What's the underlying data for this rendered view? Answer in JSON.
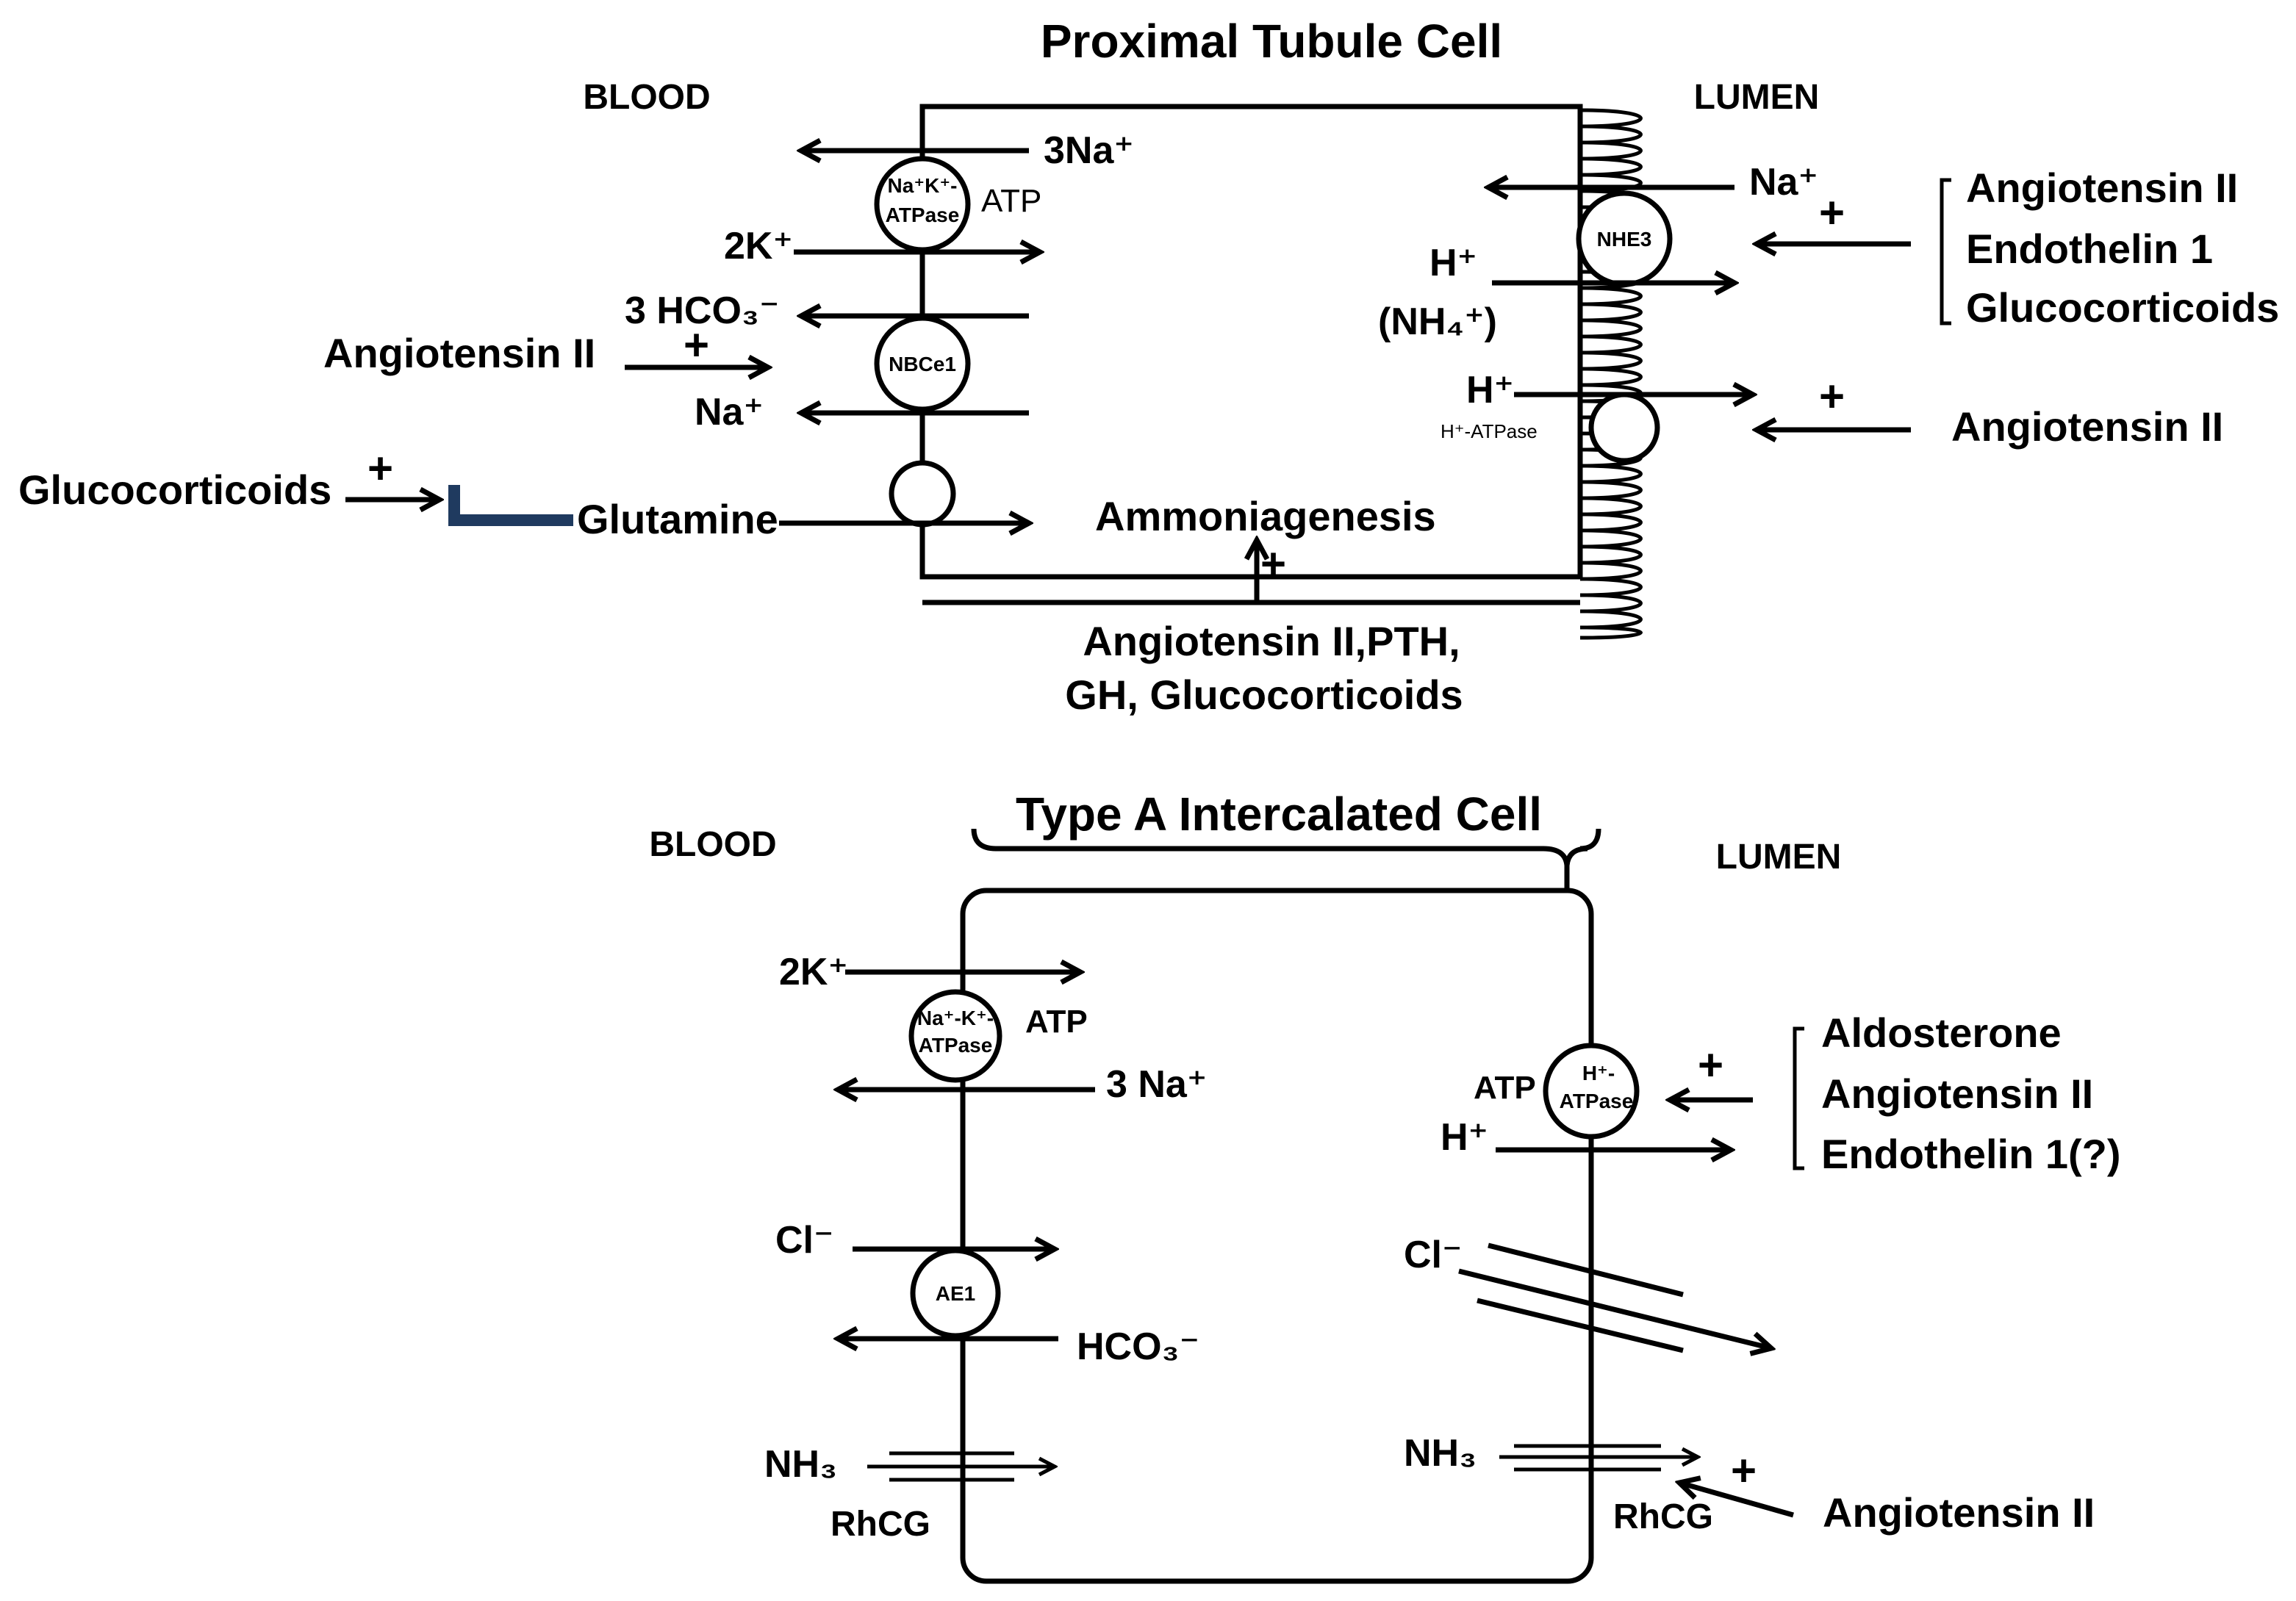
{
  "proximal": {
    "title": "Proximal Tubule Cell",
    "blood": "BLOOD",
    "lumen": "LUMEN",
    "nak_pump": "Na⁺K⁺-ATPase",
    "atp": "ATP",
    "three_na": "3Na⁺",
    "two_k": "2K⁺",
    "hco3": "3 HCO₃⁻",
    "na_nbc": "Na⁺",
    "nbce1": "NBCe1",
    "ang2_left": "Angiotensin II",
    "glucocorticoids_left": "Glucocorticoids",
    "glutamine": "Glutamine",
    "ammoniagenesis": "Ammoniagenesis",
    "bottom_regulators_line1": "Angiotensin II,PTH,",
    "bottom_regulators_line2": "GH, Glucocorticoids",
    "nhe3": "NHE3",
    "na_lumen": "Na⁺",
    "h_lumen": "H⁺",
    "nh4": "(NH₄⁺)",
    "h_atpase_h": "H⁺",
    "h_atpase": "H⁺-ATPase",
    "right_regulators": [
      "Angiotensin II",
      "Endothelin 1",
      "Glucocorticoids"
    ],
    "ang2_right": "Angiotensin II",
    "plus": "+"
  },
  "intercalated": {
    "title": "Type A Intercalated Cell",
    "blood": "BLOOD",
    "lumen": "LUMEN",
    "two_k": "2K⁺",
    "nak_pump": "Na⁺-K⁺-ATPase",
    "atp": "ATP",
    "three_na": "3 Na⁺",
    "cl_left": "Cl⁻",
    "ae1": "AE1",
    "hco3": "HCO₃⁻",
    "nh3_left": "NH₃",
    "rhcg_left": "RhCG",
    "atp_right": "ATP",
    "h_atpase": "H⁺-ATPase",
    "h": "H⁺",
    "regulators": [
      "Aldosterone",
      "Angiotensin II",
      "Endothelin 1(?)"
    ],
    "cl_right": "Cl⁻",
    "nh3_right": "NH₃",
    "rhcg_right": "RhCG",
    "ang2": "Angiotensin II",
    "plus": "+"
  }
}
